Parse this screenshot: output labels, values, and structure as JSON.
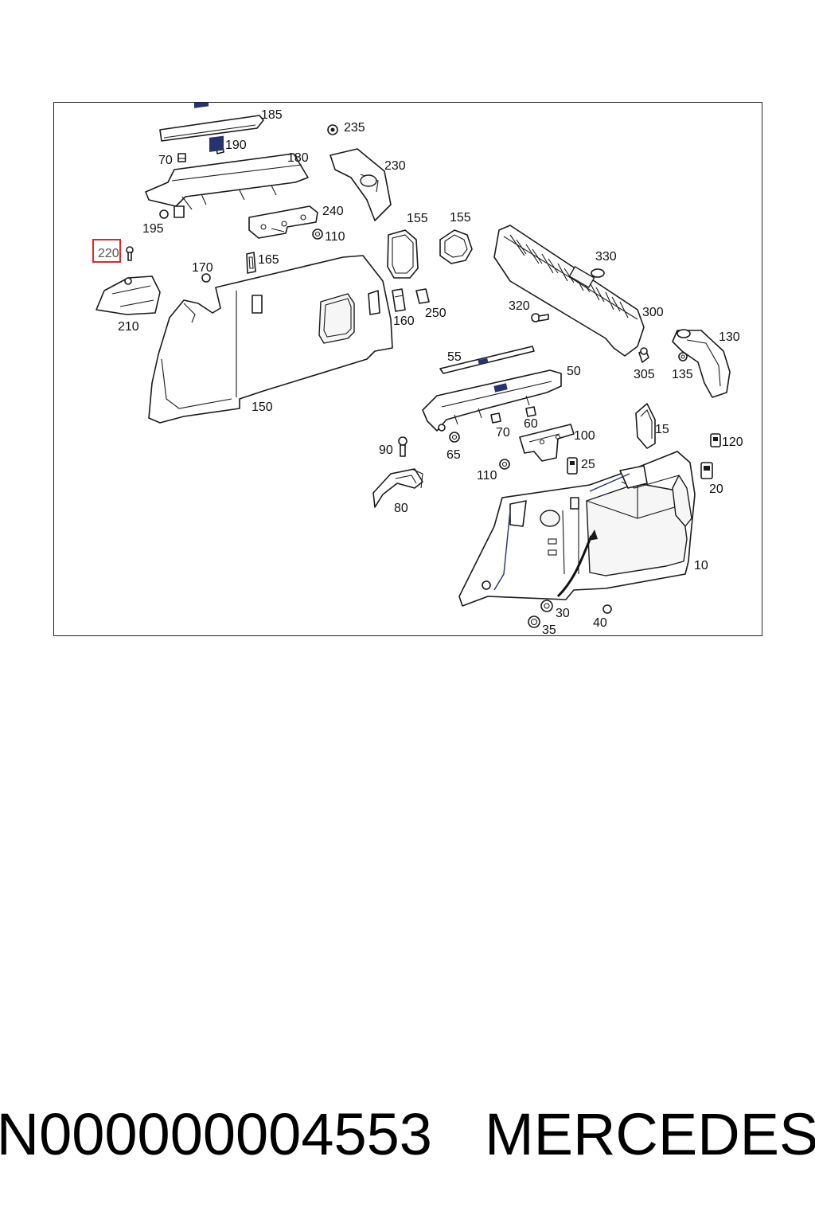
{
  "footer": {
    "part_code": "N000000004553",
    "brand": "MERCEDES"
  },
  "highlighted_part": "220",
  "callouts": {
    "c185": "185",
    "c235": "235",
    "c70a": "70",
    "c190": "190",
    "c180": "180",
    "c230": "230",
    "c240": "240",
    "c195": "195",
    "c110a": "110",
    "c155a": "155",
    "c155b": "155",
    "c220": "220",
    "c165": "165",
    "c170": "170",
    "c330": "330",
    "c320": "320",
    "c300": "300",
    "c250": "250",
    "c160": "160",
    "c210": "210",
    "c130": "130",
    "c305": "305",
    "c135": "135",
    "c55": "55",
    "c50": "50",
    "c150": "150",
    "c60": "60",
    "c70b": "70",
    "c100": "100",
    "c15": "15",
    "c90": "90",
    "c65": "65",
    "c120": "120",
    "c25": "25",
    "c110b": "110",
    "c20": "20",
    "c80": "80",
    "c10": "10",
    "c30": "30",
    "c40": "40",
    "c35": "35"
  }
}
